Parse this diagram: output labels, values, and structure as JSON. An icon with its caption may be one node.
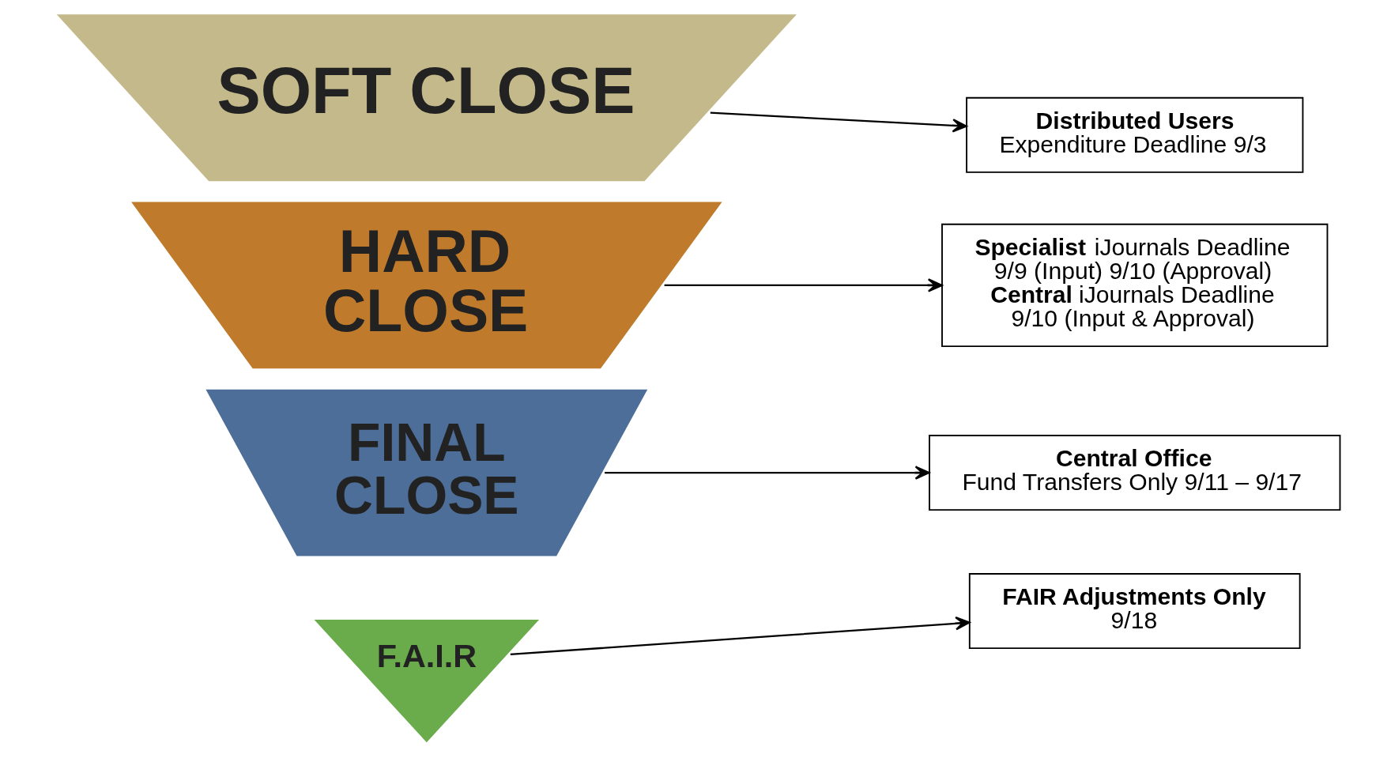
{
  "diagram": {
    "nodes": [
      {
        "text": [
          "SOFT CLOSE"
        ]
      },
      {
        "text": [
          "HARD CLOSE"
        ]
      },
      {
        "text": [
          "FINAL CLOSE"
        ]
      },
      {
        "text": [
          "F.A.I.R"
        ]
      },
      {
        "text": [
          "**Distributed Users**",
          "Expenditure Deadline 9/3"
        ]
      },
      {
        "text": [
          "**Specialist** iJournals Deadline",
          "9/9 (Input) 9/10 (Approval)",
          "**Central** iJournals Deadline",
          "9/10 (Input & Approval)"
        ]
      },
      {
        "text": [
          "**Central Office**",
          "Fund Transfers Only 9/11 – 9/17"
        ]
      },
      {
        "text": [
          "**FAIR Adjustments Only**",
          "9/18"
        ]
      }
    ],
    "edges": [
      {
        "from": 0,
        "to": 4,
        "arrow": "to"
      },
      {
        "from": 1,
        "to": 5,
        "arrow": "to"
      },
      {
        "from": 2,
        "to": 6,
        "arrow": "to"
      },
      {
        "from": 3,
        "to": 7,
        "arrow": "to"
      }
    ]
  }
}
